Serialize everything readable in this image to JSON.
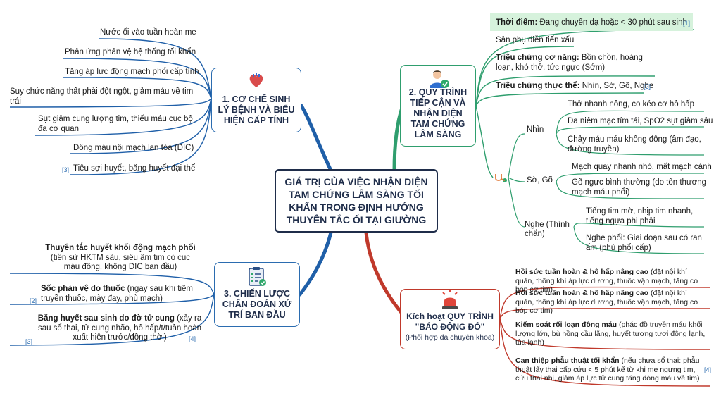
{
  "center": {
    "title": "GIÁ TRỊ CỦA VIỆC NHẬN DIỆN TAM CHỨNG LÂM SÀNG TỐI KHẨN TRONG ĐỊNH HƯỚNG THUYÊN TẮC ỐI TẠI GIƯỜNG"
  },
  "branch1": {
    "title": "1. CƠ CHẾ SINH LÝ BỆNH VÀ BIỂU HIỆN CẤP TÍNH",
    "icon": "heart-icon",
    "leaves": [
      "Nước ối vào tuần hoàn mẹ",
      "Phản ứng phản vệ hệ thống tối khẩn",
      "Tăng áp lực động mạch phổi cấp tính",
      "Suy chức năng thất phải đột ngột, giảm máu về tim trái",
      "Sụt giảm cung lượng tim, thiếu máu cục bộ đa cơ quan",
      "Đông máu nội mạch lan tỏa (DIC)",
      "Tiêu sợi huyết, băng huyết đại thể"
    ],
    "ref": "[3]"
  },
  "branch2": {
    "title": "2. QUY TRÌNH TIẾP CẬN VÀ NHẬN DIỆN TAM CHỨNG LÂM SÀNG",
    "icon": "doctor-check-icon",
    "items": [
      {
        "bold": "Thời điểm:",
        "text": " Đang chuyển dạ hoặc < 30 phút sau sinh",
        "ref": "[1]"
      },
      {
        "bold": "",
        "text": "Sản phụ diễn tiến xấu",
        "ref": ""
      },
      {
        "bold": "Triệu chứng cơ năng:",
        "text": " Bồn chồn, hoảng loạn, khó thở, tức ngực (Sớm)",
        "ref": ""
      },
      {
        "bold": "Triệu chứng thực thể:",
        "text": " Nhìn, Sờ, Gõ, Nghe",
        "ref": "[2]"
      }
    ],
    "exam": {
      "nhin": {
        "label": "Nhìn",
        "items": [
          "Thở nhanh nông, co kéo cơ hô hấp",
          "Da niêm mạc tím tái, SpO2 sụt giảm sâu",
          "Chảy máu máu không đông (âm đạo, đường truyền)"
        ]
      },
      "so": {
        "label": "Sờ, Gõ",
        "items": [
          "Mạch quay nhanh nhỏ, mất mạch cảnh",
          "Gõ ngực bình thường (do tổn thương mạch máu phổi)"
        ]
      },
      "nghe": {
        "label": "Nghe (Thính chẩn)",
        "items": [
          "Tiếng tim mờ, nhịp tim nhanh, tiếng ngựa phi phải",
          "Nghe phổi: Giai đoạn sau có ran ẩm (phù phổi cấp)"
        ]
      }
    }
  },
  "branch3": {
    "title": "3. CHIẾN LƯỢC CHẨN ĐOÁN XỬ TRÍ BAN ĐẦU",
    "icon": "clipboard-check-icon",
    "items": [
      {
        "bold": "Thuyên tắc huyết khối động mạch phổi",
        "text": " (tiền sử HKTM sâu, siêu âm tim có cục máu đông, không DIC ban đầu)",
        "ref": ""
      },
      {
        "bold": "Sốc phản vệ do thuốc",
        "text": " (ngay sau khi tiêm truyền thuốc, mày đay, phù mạch)",
        "ref": "[2]"
      },
      {
        "bold": "Băng huyết sau sinh do đờ tử cung",
        "text": " (xảy ra sau sổ thai, tử cung nhão, hô hấp/t/tuần hoàn xuất hiện trước/đồng thời)",
        "ref": "[3]",
        "ref2": "[4]"
      }
    ]
  },
  "branch4": {
    "title": "Kích hoạt QUY TRÌNH \"BÁO ĐỘNG ĐỎ\"",
    "subtitle": "(Phối hợp đa chuyên khoa)",
    "icon": "alarm-light-icon",
    "items": [
      {
        "bold": "Hồi sức tuần hoàn & hô hấp nâng cao",
        "text": " (đặt nội khí quản, thông khí áp lực dương, thuốc vận mạch, tăng co bóp cơ tim)",
        "ref": ""
      },
      {
        "bold": "Hồi sức tuần hoàn & hô hấp nâng cao",
        "text": " (đặt nội khí quản, thông khí áp lực dương, thuốc vận mạch, tăng co bóp cơ tim)",
        "ref": ""
      },
      {
        "bold": "Kiểm soát rối loạn đông máu",
        "text": " (phác đồ truyền máu khối lượng lớn, bù hồng cầu lắng, huyết tương tươi đông lạnh, tủa lạnh)",
        "ref": ""
      },
      {
        "bold": "Can thiệp phẫu thuật tối khẩn",
        "text": " (nếu chưa sổ thai: phẫu thuật lấy thai cấp cứu < 5 phút kể từ khi mẹ ngưng tim, cứu thai nhi, giảm áp lực tử cung tăng dòng máu về tim)",
        "ref": "[4]"
      }
    ]
  },
  "colors": {
    "center_border": "#1f2d4a",
    "blue": "#1f5fa8",
    "green": "#2f9e6e",
    "red": "#c0392b",
    "highlight": "#d6f2dc"
  }
}
